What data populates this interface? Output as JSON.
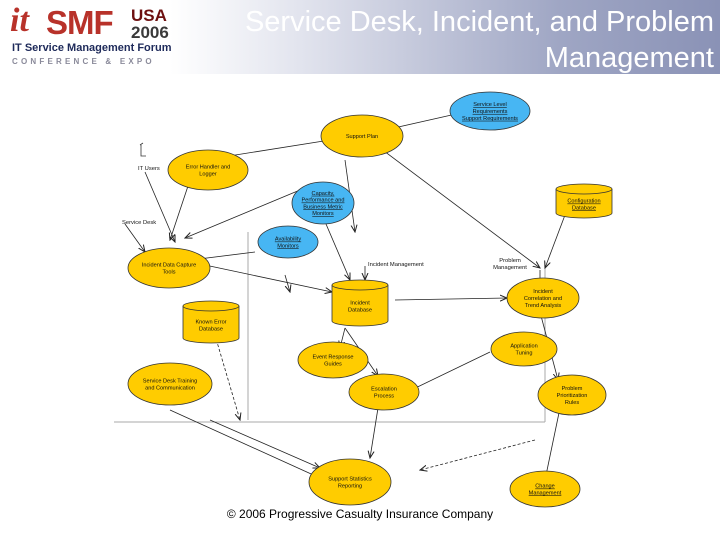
{
  "header": {
    "title_line1": "Service Desk, Incident, and Problem",
    "title_line2": "Management",
    "logo": {
      "it": "it",
      "smf": "SMF",
      "usa": "USA",
      "year": "2006",
      "forum": "IT Service Management Forum",
      "conference": "CONFERENCE & EXPO"
    }
  },
  "footer": {
    "copyright": "© 2006 Progressive Casualty Insurance Company"
  },
  "colors": {
    "yellow": "#ffcc00",
    "blue": "#47b6f3",
    "header_dark": "#8a92b6"
  },
  "diagram": {
    "nodes": {
      "service_level_requirements": [
        "Service Level",
        "Requirements",
        "Support Requirements"
      ],
      "support_plan": [
        "Support Plan"
      ],
      "error_handler": [
        "Error Handler and",
        "Logger"
      ],
      "capacity_perf": [
        "Capacity,",
        "Performance and",
        "Business Metric",
        "Monitors"
      ],
      "configuration_db": [
        "Configuration",
        "Database"
      ],
      "availability": [
        "Availability",
        "Monitors"
      ],
      "incident_capture": [
        "Incident Data Capture",
        "Tools"
      ],
      "incident_db": [
        "Incident",
        "Database"
      ],
      "incident_correlation": [
        "Incident",
        "Correlation and",
        "Trend Analysis"
      ],
      "known_error_db": [
        "Known Error",
        "Database"
      ],
      "application_tuning": [
        "Application",
        "Tuning"
      ],
      "event_response": [
        "Event Response",
        "Guides"
      ],
      "sd_training": [
        "Service Desk Training",
        "and Communication"
      ],
      "escalation": [
        "Escalation",
        "Process"
      ],
      "problem_prioritization": [
        "Problem",
        "Prioritization",
        "Rules"
      ],
      "support_statistics": [
        "Support Statistics",
        "Reporting"
      ],
      "change_management": [
        "Change",
        "Management"
      ]
    },
    "labels": {
      "it_users": "IT Users",
      "service_desk": "Service Desk",
      "incident_management": "Incident Management",
      "problem_management": [
        "Problem",
        "Management"
      ]
    }
  }
}
